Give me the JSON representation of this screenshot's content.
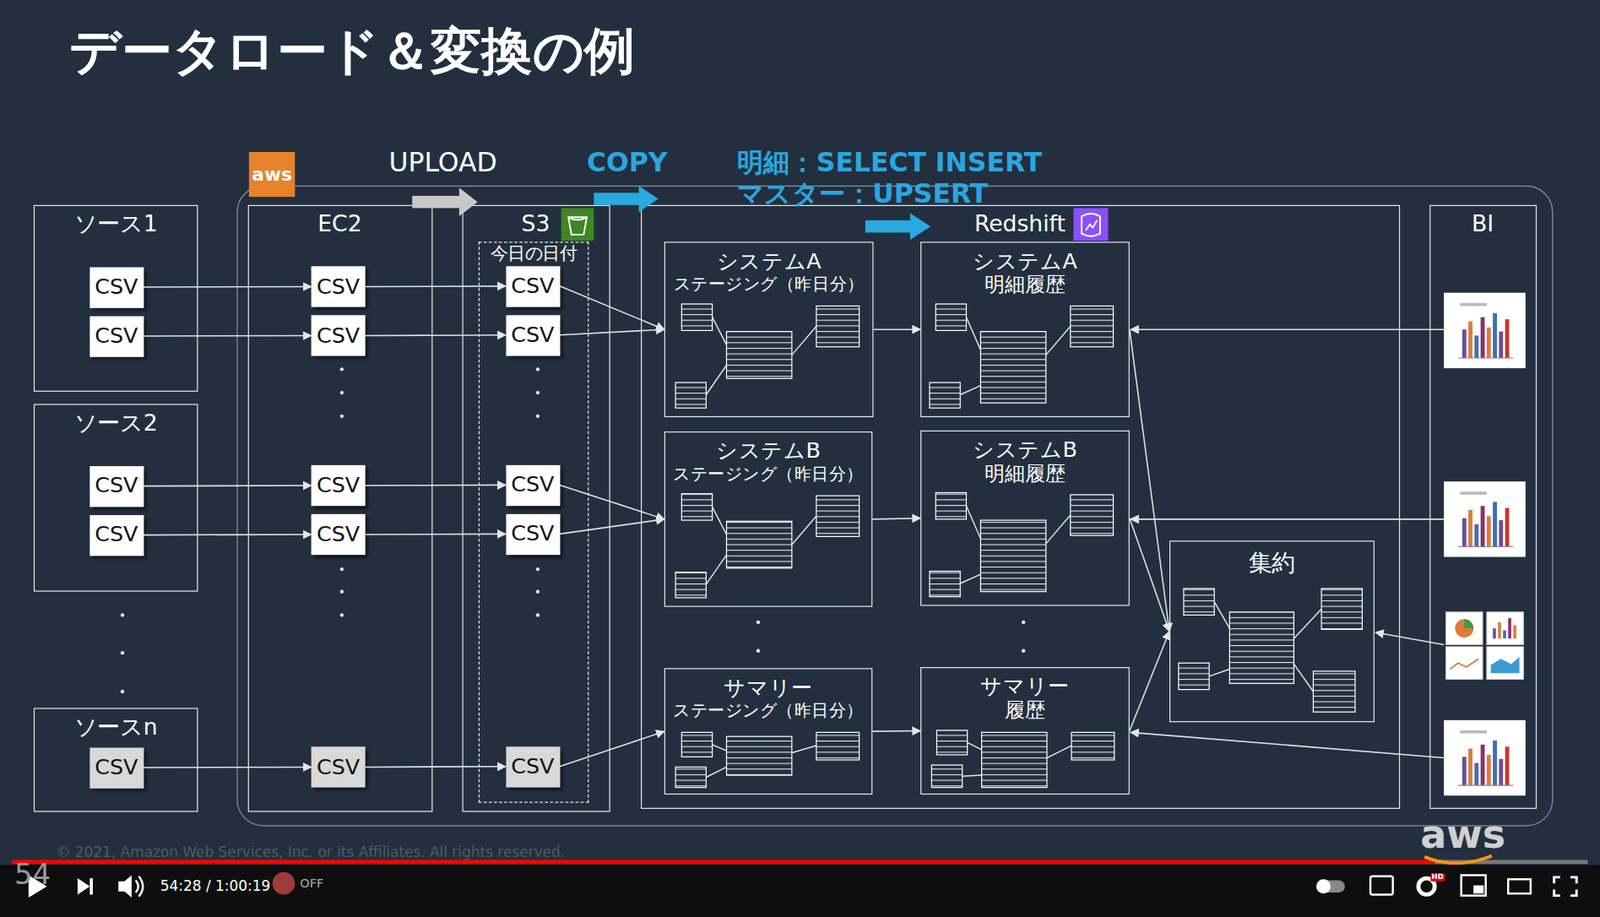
{
  "diagram": {
    "title": "データロード＆変換の例",
    "nodes": [
      {
        "text": [
          "ソース1"
        ]
      },
      {
        "text": [
          "CSV"
        ],
        "in": 0
      },
      {
        "text": [
          "CSV"
        ],
        "in": 0
      },
      {
        "text": [
          "ソース2"
        ]
      },
      {
        "text": [
          "CSV"
        ],
        "in": 3
      },
      {
        "text": [
          "CSV"
        ],
        "in": 3
      },
      {
        "text": [
          "ソースn"
        ]
      },
      {
        "text": [
          "CSV"
        ],
        "in": 6
      },
      {
        "text": [
          "aws"
        ]
      },
      {
        "text": [
          "EC2"
        ],
        "in": 8
      },
      {
        "text": [
          "CSV"
        ],
        "in": 9
      },
      {
        "text": [
          "CSV"
        ],
        "in": 9
      },
      {
        "text": [
          "CSV"
        ],
        "in": 9
      },
      {
        "text": [
          "CSV"
        ],
        "in": 9
      },
      {
        "text": [
          "CSV"
        ],
        "in": 9
      },
      {
        "text": [
          "S3"
        ],
        "in": 8
      },
      {
        "text": [
          "今日の日付"
        ],
        "in": 15
      },
      {
        "text": [
          "CSV"
        ],
        "in": 16
      },
      {
        "text": [
          "CSV"
        ],
        "in": 16
      },
      {
        "text": [
          "CSV"
        ],
        "in": 16
      },
      {
        "text": [
          "CSV"
        ],
        "in": 16
      },
      {
        "text": [
          "CSV"
        ],
        "in": 16
      },
      {
        "text": [
          "Redshift"
        ],
        "in": 8
      },
      {
        "text": [
          "システムA",
          "ステージング（昨日分）"
        ],
        "in": 22
      },
      {
        "text": [
          "システムB",
          "ステージング（昨日分）"
        ],
        "in": 22
      },
      {
        "text": [
          "サマリー",
          "ステージング（昨日分）"
        ],
        "in": 22
      },
      {
        "text": [
          "システムA",
          "明細履歴"
        ],
        "in": 22
      },
      {
        "text": [
          "システムB",
          "明細履歴"
        ],
        "in": 22
      },
      {
        "text": [
          "サマリー",
          "履歴"
        ],
        "in": 22
      },
      {
        "text": [
          "集約"
        ],
        "in": 22
      },
      {
        "text": [
          "BI"
        ],
        "in": 8
      }
    ],
    "edges": [
      {
        "from": 1,
        "to": 10,
        "arrow": "to"
      },
      {
        "from": 2,
        "to": 11,
        "arrow": "to"
      },
      {
        "from": 4,
        "to": 12,
        "arrow": "to"
      },
      {
        "from": 5,
        "to": 13,
        "arrow": "to"
      },
      {
        "from": 7,
        "to": 14,
        "arrow": "to"
      },
      {
        "from": 10,
        "to": 17,
        "arrow": "to"
      },
      {
        "from": 11,
        "to": 18,
        "arrow": "to"
      },
      {
        "from": 12,
        "to": 19,
        "arrow": "to"
      },
      {
        "from": 13,
        "to": 20,
        "arrow": "to"
      },
      {
        "from": 14,
        "to": 21,
        "arrow": "to"
      },
      {
        "from": 17,
        "to": 23,
        "arrow": "to"
      },
      {
        "from": 18,
        "to": 23,
        "arrow": "to"
      },
      {
        "from": 19,
        "to": 24,
        "arrow": "to"
      },
      {
        "from": 20,
        "to": 24,
        "arrow": "to"
      },
      {
        "from": 21,
        "to": 25,
        "arrow": "to"
      },
      {
        "from": 23,
        "to": 26,
        "arrow": "to"
      },
      {
        "from": 24,
        "to": 27,
        "arrow": "to"
      },
      {
        "from": 25,
        "to": 28,
        "arrow": "to"
      },
      {
        "from": 26,
        "to": 29,
        "arrow": "to"
      },
      {
        "from": 27,
        "to": 29,
        "arrow": "to"
      },
      {
        "from": 28,
        "to": 29,
        "arrow": "to"
      }
    ],
    "labels": [
      "UPLOAD",
      "COPY",
      "明細：SELECT INSERT",
      "マスター：UPSERT",
      "© 2021, Amazon Web Services, Inc. or its Affiliates. All rights reserved.",
      "54",
      "54:28 / 1:00:19",
      "OFF",
      "HD",
      "aws"
    ]
  }
}
